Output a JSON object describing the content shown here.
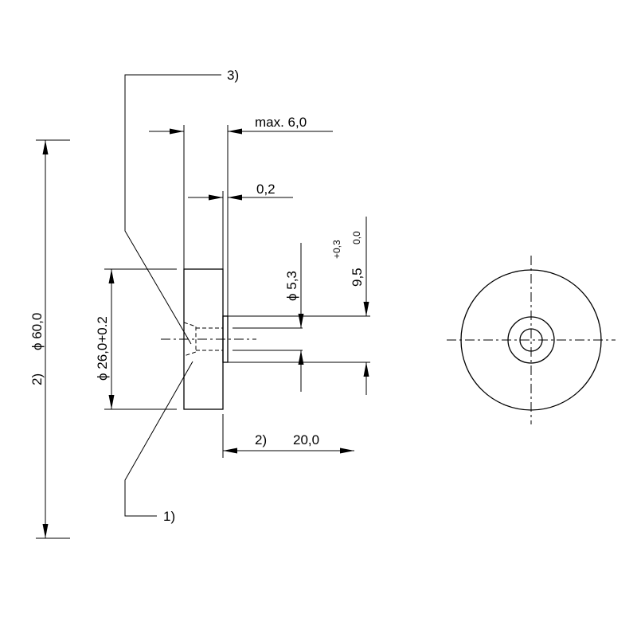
{
  "labels": {
    "callout_3": "3)",
    "callout_1": "1)",
    "max_thickness": "max. 6,0",
    "gap": "0,2",
    "outer_diameter_note": "2)",
    "outer_diameter": "ϕ 60,0",
    "mount_diameter": "ϕ 26,0+0.2",
    "bore_diameter": "ϕ 5,3",
    "shaft_width": "9,5",
    "tol_upper": "+0,3",
    "tol_lower": "0,0",
    "length_note": "2)",
    "length": "20,0"
  }
}
